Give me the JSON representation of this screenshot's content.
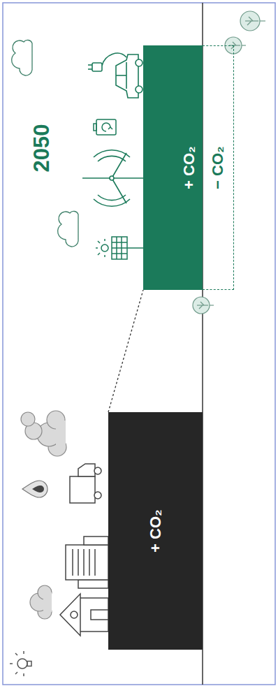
{
  "diagram": {
    "nodes": [
      {
        "text": [
          "+ CO₂"
        ]
      },
      {
        "text": [
          "+ CO₂"
        ]
      },
      {
        "text": [
          "− CO₂"
        ]
      }
    ],
    "edges": [
      {
        "from": 0,
        "to": 1,
        "arrow": "none"
      }
    ],
    "labels": [
      "2050"
    ]
  }
}
